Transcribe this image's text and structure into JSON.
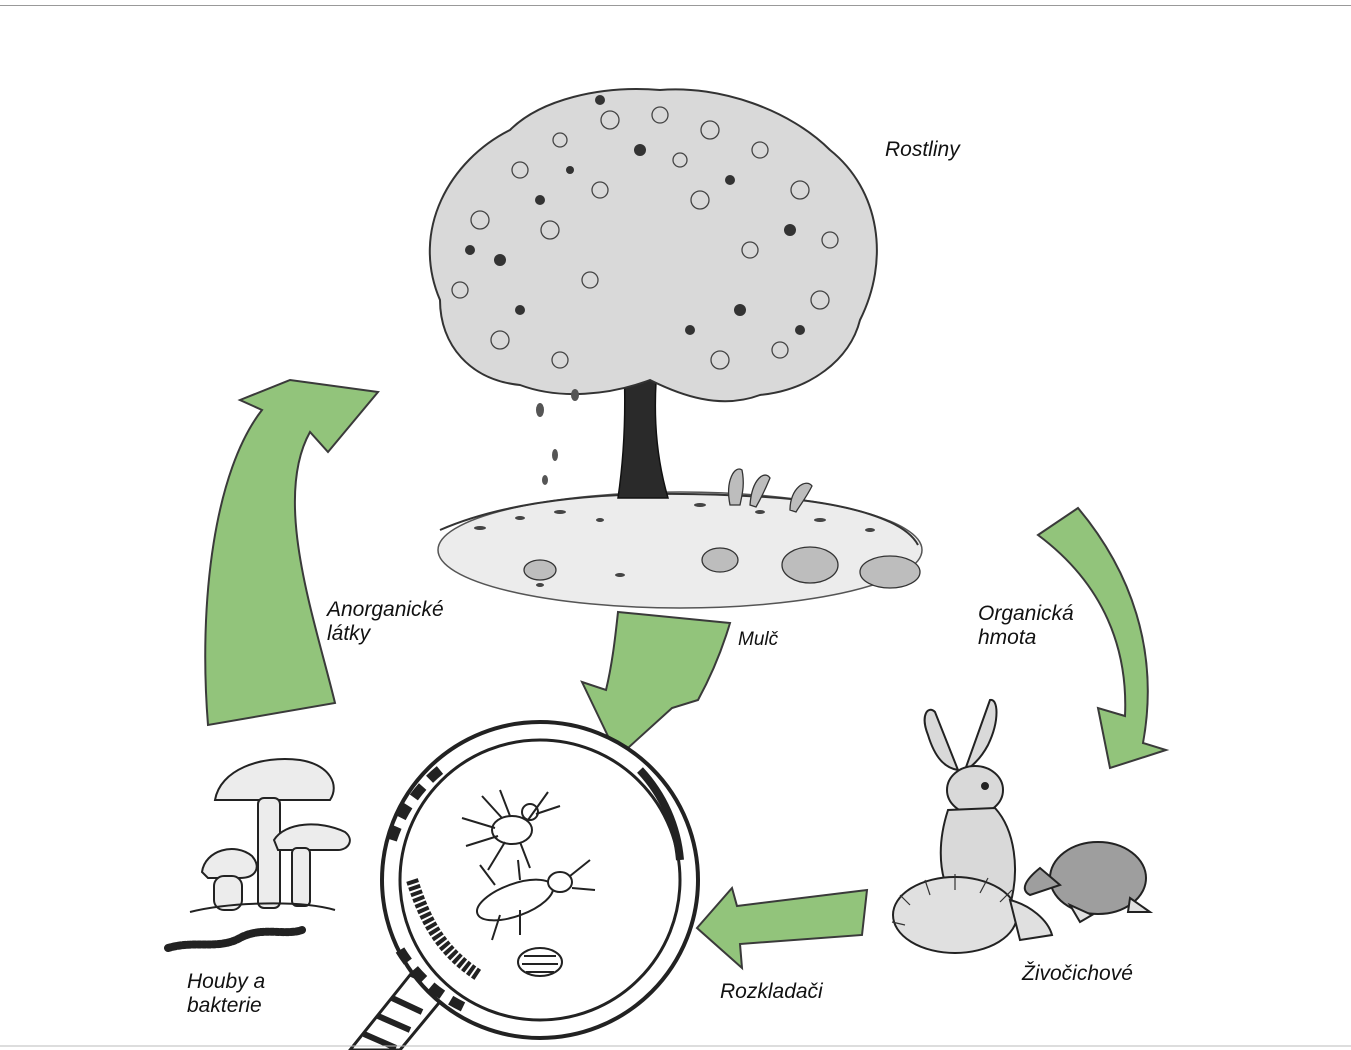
{
  "labels": {
    "plants": "Rostliny",
    "mulch": "Mulč",
    "organic_1": "Organická",
    "organic_2": "hmota",
    "inorganic_1": "Anorganické",
    "inorganic_2": "látky",
    "animals": "Živočichové",
    "decomposers": "Rozkladači",
    "fungi_1": "Houby a",
    "fungi_2": "bakterie"
  },
  "colors": {
    "arrow_fill": "#92c47b",
    "arrow_stroke": "#3a3a3a",
    "ink": "#1a1a1a"
  },
  "icons": [
    "tree-icon",
    "rabbit-icon",
    "hedgehog-icon",
    "mole-icon",
    "magnifier-icon",
    "spider-icon",
    "beetle-icon",
    "woodlouse-icon",
    "centipede-icon",
    "mushroom-icon",
    "earthworm-icon"
  ]
}
